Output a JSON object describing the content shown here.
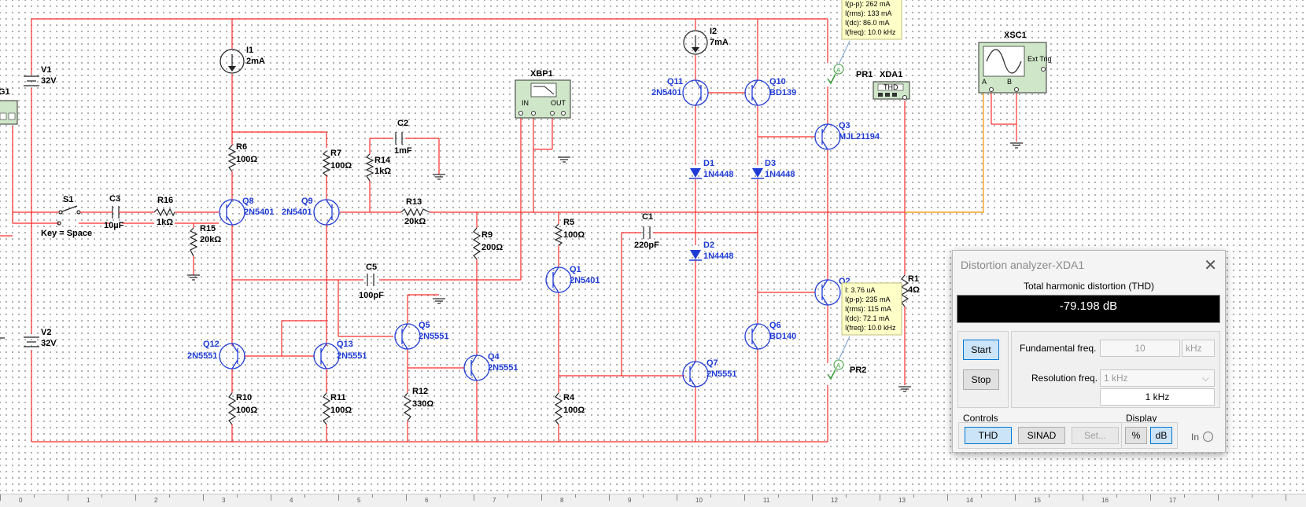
{
  "window": {
    "title": "Distortion analyzer-XDA1",
    "thd_label": "Total harmonic distortion (THD)",
    "reading": "-79.198 dB",
    "start_label": "Start",
    "stop_label": "Stop",
    "fundamental_label": "Fundamental freq.",
    "fundamental_value": "10",
    "fundamental_unit": "kHz",
    "resolution_label": "Resolution freq.",
    "resolution_select": "1 kHz",
    "resolution_value": "1 kHz",
    "controls_label": "Controls",
    "thd_button": "THD",
    "sinad_button": "SINAD",
    "set_button": "Set...",
    "display_label": "Display",
    "percent_button": "%",
    "db_button": "dB",
    "in_label": "In"
  },
  "schematic": {
    "components": {
      "I1": "I1",
      "I1_val": "2mA",
      "I2": "I2",
      "I2_val": "7mA",
      "V1": "V1",
      "V1_val": "32V",
      "V2": "V2",
      "V2_val": "32V",
      "XFG1": "G1",
      "S1": "S1",
      "S1_key": "Key = Space",
      "C3": "C3",
      "C3_val": "10µF",
      "R16": "R16",
      "R16_val": "1kΩ",
      "R15": "R15",
      "R15_val": "20kΩ",
      "R6": "R6",
      "R6_val": "100Ω",
      "R7": "R7",
      "R7_val": "100Ω",
      "R14": "R14",
      "R14_val": "1kΩ",
      "C2": "C2",
      "C2_val": "1mF",
      "R13": "R13",
      "R13_val": "20kΩ",
      "R9": "R9",
      "R9_val": "200Ω",
      "R5": "R5",
      "R5_val": "100Ω",
      "C1": "C1",
      "C1_val": "220pF",
      "C5": "C5",
      "C5_val": "100pF",
      "R10": "R10",
      "R10_val": "100Ω",
      "R11": "R11",
      "R11_val": "100Ω",
      "R12": "R12",
      "R12_val": "330Ω",
      "R4": "R4",
      "R4_val": "100Ω",
      "R1": "R1",
      "R1_val": "4Ω",
      "D1": "D1",
      "D1_val": "1N4448",
      "D2": "D2",
      "D2_val": "1N4448",
      "D3": "D3",
      "D3_val": "1N4448",
      "Q8": "Q8",
      "Q8_val": "2N5401",
      "Q9": "Q9",
      "Q9_val": "2N5401",
      "Q11": "Q11",
      "Q11_val": "2N5401",
      "Q10": "Q10",
      "Q10_val": "BD139",
      "Q3": "Q3",
      "Q3_val": "MJL21194",
      "Q2": "Q2",
      "Q1": "Q1",
      "Q1_val": "2N5401",
      "Q5": "Q5",
      "Q5_val": "2N5551",
      "Q4": "Q4",
      "Q4_val": "2N5551",
      "Q12": "Q12",
      "Q12_val": "2N5551",
      "Q13": "Q13",
      "Q13_val": "2N5551",
      "Q6": "Q6",
      "Q6_val": "BD140",
      "Q7": "Q7",
      "Q7_val": "2N5551",
      "XBP1": "XBP1",
      "XBP1_in": "IN",
      "XBP1_out": "OUT",
      "XDA1": "XDA1",
      "XDA1_face": "THD",
      "XSC1": "XSC1",
      "XSC1_trig": "Ext Trig",
      "XSC1_a": "A",
      "XSC1_b": "B",
      "PR1": "PR1",
      "PR2": "PR2"
    },
    "probe1": [
      "I(p-p): 262 mA",
      "I(rms): 133 mA",
      "I(dc): 86.0 mA",
      "I(freq): 10.0 kHz"
    ],
    "probe2": [
      "I: 3.76 uA",
      "I(p-p): 235 mA",
      "I(rms): 115 mA",
      "I(dc): 72.1 mA",
      "I(freq): 10.0 kHz"
    ]
  },
  "ruler": [
    "0",
    "1",
    "2",
    "3",
    "4",
    "5",
    "6",
    "7",
    "8",
    "9",
    "10",
    "11",
    "12",
    "13",
    "14",
    "15",
    "16",
    "17"
  ],
  "colors": {
    "wire": "#ff2a2a",
    "component_text": "#1f3bd6",
    "probe_wire": "#f4a020",
    "display_bg": "#000000"
  }
}
